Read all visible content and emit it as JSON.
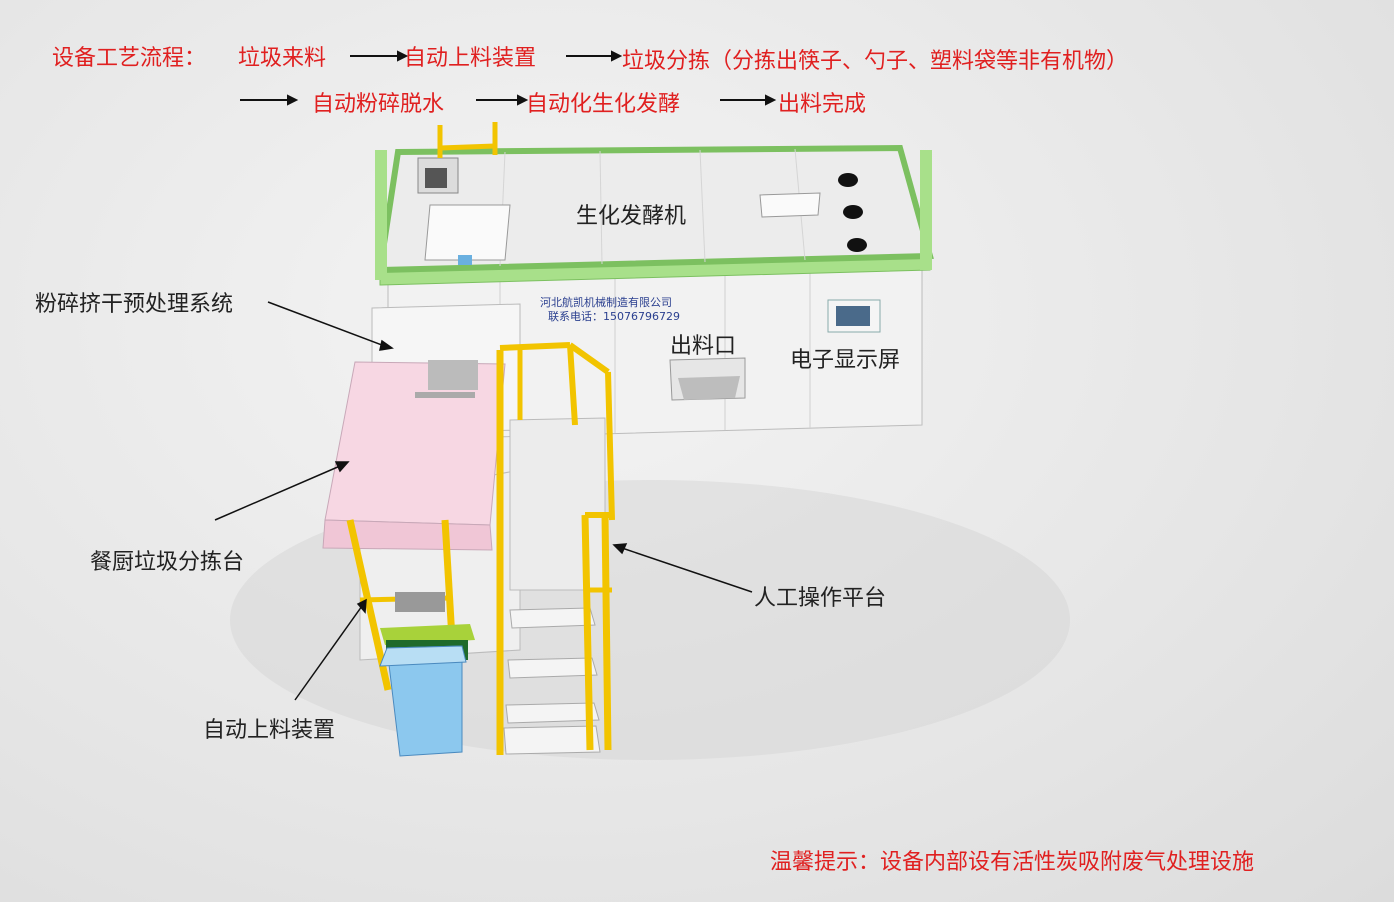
{
  "process": {
    "title": "设备工艺流程：",
    "step1": "垃圾来料",
    "step2": "自动上料装置",
    "step3": "垃圾分拣（分拣出筷子、勺子、塑料袋等非有机物）",
    "step4": "自动粉碎脱水",
    "step5": "自动化生化发酵",
    "step6": "出料完成"
  },
  "labels": {
    "fermenter": "生化发酵机",
    "pretreatment": "粉碎挤干预处理系统",
    "outlet": "出料口",
    "display": "电子显示屏",
    "sorting_table": "餐厨垃圾分拣台",
    "platform": "人工操作平台",
    "feeder": "自动上料装置"
  },
  "company": {
    "name": "河北航凯机械制造有限公司",
    "contact": "联系电话：15076796729"
  },
  "tip": "温馨提示：设备内部设有活性炭吸附废气处理设施",
  "colors": {
    "accent_red": "#e02020",
    "frame_green": "#a8e08a",
    "rail_yellow": "#f2c400",
    "bin_blue": "#8cc8ee",
    "sorting_pink": "#f7d7e3"
  }
}
